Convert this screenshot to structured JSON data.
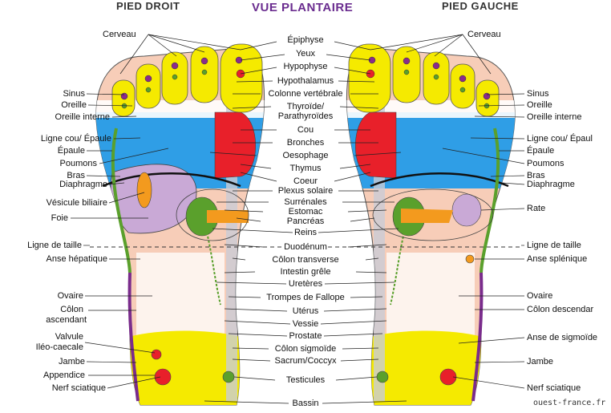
{
  "headers": {
    "right_foot": "PIED DROIT",
    "title": "VUE PLANTAIRE",
    "left_foot": "PIED GAUCHE"
  },
  "center_labels": [
    "Épiphyse",
    "Yeux",
    "Hypophyse",
    "Hypothalamus",
    "Colonne vertébrale",
    "Thyroïde/",
    "Parathyroïdes",
    "Cou",
    "Bronches",
    "Oesophage",
    "Thymus",
    "Coeur",
    "Plexus solaire",
    "Surrénales",
    "Estomac",
    "Pancréas",
    "Reins",
    "Duodénum",
    "Côlon transverse",
    "Intestin grêle",
    "Uretères",
    "Trompes de Fallope",
    "Utérus",
    "Vessie",
    "Prostate",
    "Côlon sigmoïde",
    "Sacrum/Coccyx",
    "Testicules",
    "Bassin"
  ],
  "left_labels": [
    "Cerveau",
    "Sinus",
    "Oreille",
    "Oreille interne",
    "Ligne cou/ Épaule",
    "Épaule",
    "Poumons",
    "Bras",
    "Diaphragme",
    "Vésicule biliaire",
    "Foie",
    "Ligne de taille",
    "Anse hépatique",
    "Ovaire",
    "Côlon",
    "ascendant",
    "Valvule",
    "Iléo-caecale",
    "Jambe",
    "Appendice",
    "Nerf sciatique"
  ],
  "right_labels": [
    "Cerveau",
    "Sinus",
    "Oreille",
    "Oreille interne",
    "Ligne cou/ Épaul",
    "Épaule",
    "Poumons",
    "Bras",
    "Diaphragme",
    "Rate",
    "Ligne de taille",
    "Anse splénique",
    "Ovaire",
    "Côlon descendar",
    "Anse de sigmoïde",
    "Jambe",
    "Nerf sciatique"
  ],
  "watermark": "ouest-france.fr",
  "colors": {
    "yellow": "#f5ea00",
    "blue": "#2f9ee6",
    "red": "#e8202a",
    "pink": "#f7cdb8",
    "green": "#5aa02c",
    "orange": "#f39a1e",
    "lilac": "#c9a9d6",
    "purple": "#7a2c8c",
    "grey": "#c9ccd6",
    "white": "#ffffff"
  }
}
